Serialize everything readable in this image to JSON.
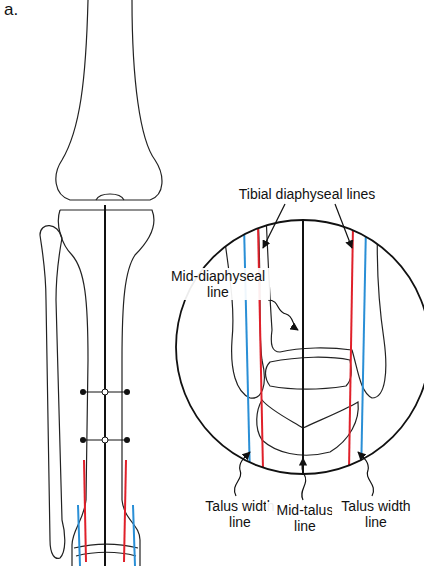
{
  "diagram": {
    "labels": [
      "a.",
      "Tibial diaphyseal lines",
      "Mid-diaphyseal line",
      "Talus width line",
      "Mid-talus line",
      "Talus width line"
    ]
  }
}
